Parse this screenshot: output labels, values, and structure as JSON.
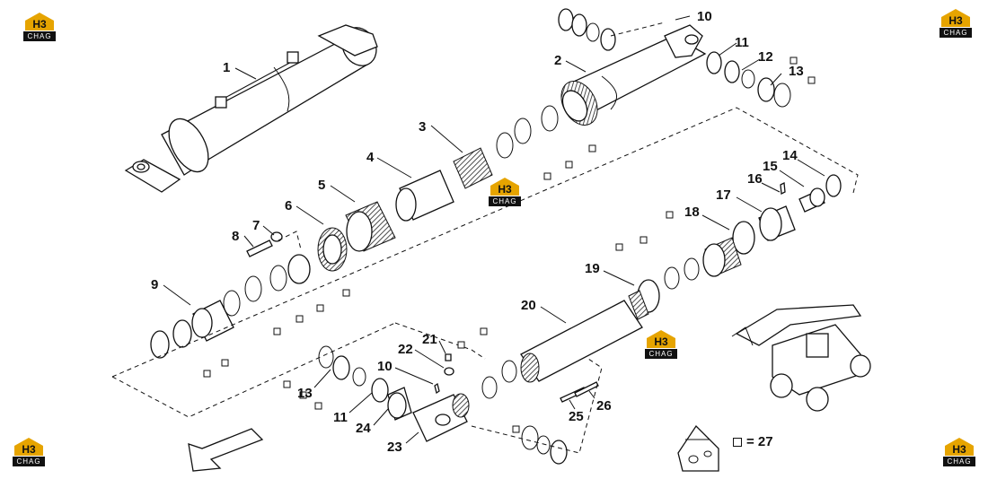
{
  "logo": {
    "mark": "H3",
    "sub": "CHAG"
  },
  "callouts": [
    "1",
    "2",
    "3",
    "4",
    "5",
    "6",
    "7",
    "8",
    "9",
    "10",
    "11",
    "12",
    "13",
    "14",
    "15",
    "16",
    "17",
    "18",
    "19",
    "20",
    "21",
    "22",
    "10",
    "13",
    "11",
    "24",
    "23",
    "25",
    "26"
  ],
  "legend": {
    "symbol": "square-icon",
    "text": "= 27"
  }
}
